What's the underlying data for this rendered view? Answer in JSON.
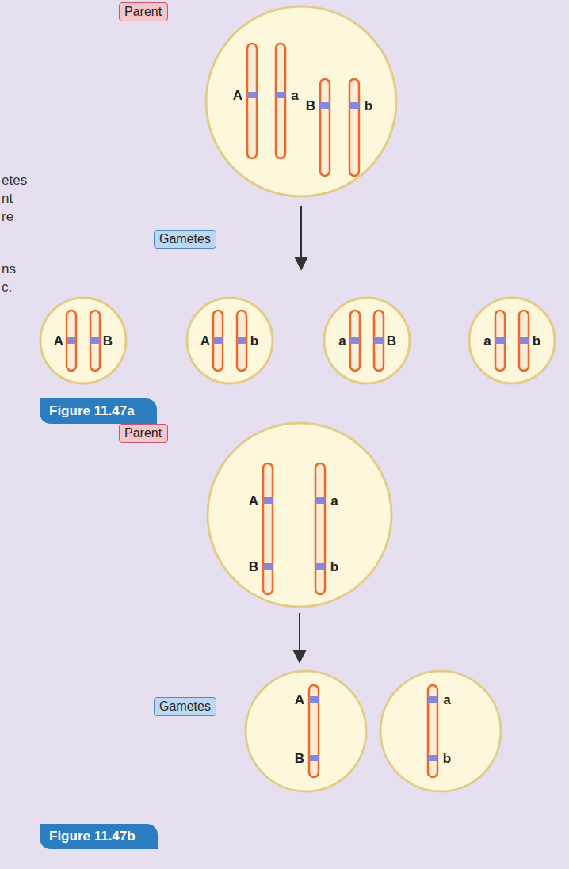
{
  "diagram": {
    "nodes": [
      {
        "text": [
          "Parent"
        ]
      },
      {
        "text": [
          "A",
          "a",
          "B",
          "b"
        ]
      },
      {
        "text": [
          "Gametes"
        ]
      },
      {
        "text": [
          "A",
          "B"
        ]
      },
      {
        "text": [
          "A",
          "b"
        ]
      },
      {
        "text": [
          "a",
          "B"
        ]
      },
      {
        "text": [
          "a",
          "b"
        ]
      },
      {
        "text": [
          "Figure 11.47a"
        ]
      },
      {
        "text": [
          "Parent"
        ]
      },
      {
        "text": [
          "A",
          "a",
          "B",
          "b"
        ]
      },
      {
        "text": [
          "Gametes"
        ]
      },
      {
        "text": [
          "A",
          "B"
        ]
      },
      {
        "text": [
          "a",
          "b"
        ]
      },
      {
        "text": [
          "Figure 11.47b"
        ]
      }
    ],
    "labels": [
      "etes",
      "nt",
      "re",
      "ns",
      "c."
    ]
  }
}
